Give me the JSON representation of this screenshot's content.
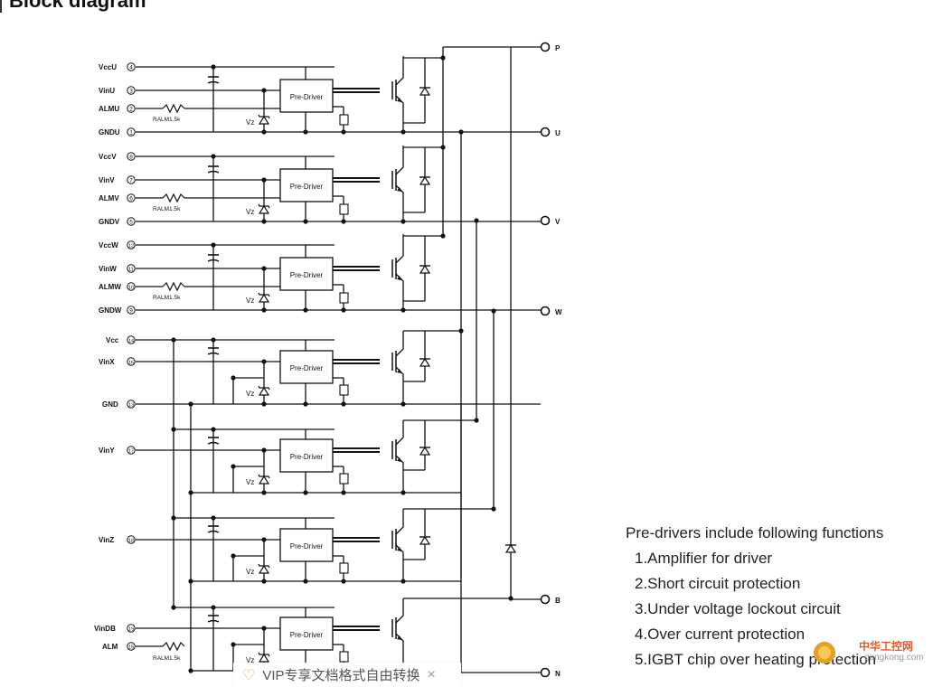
{
  "title": "Block diagram",
  "labels": {
    "VccU": "VccU",
    "VinU": "VinU",
    "ALMU": "ALMU",
    "GNDU": "GNDU",
    "VccV": "VccV",
    "VinV": "VinV",
    "ALMV": "ALMV",
    "GNDV": "GNDV",
    "VccW": "VccW",
    "VinW": "VinW",
    "ALMW": "ALMW",
    "GNDW": "GNDW",
    "Vcc": "Vcc",
    "VinX": "VinX",
    "GND": "GND",
    "VinY": "VinY",
    "VinZ": "VinZ",
    "VinDB": "VinDB",
    "ALM": "ALM",
    "P": "P",
    "U": "U",
    "V": "V",
    "W": "W",
    "B": "B",
    "N": "N",
    "predriver": "Pre-Driver",
    "ralm": "RALM1.5k",
    "vz": "Vz"
  },
  "pins": {
    "VccU": "4",
    "VinU": "3",
    "ALMU": "2",
    "GNDU": "1",
    "VccV": "8",
    "VinV": "7",
    "ALMV": "6",
    "GNDV": "5",
    "VccW": "12",
    "VinW": "11",
    "ALMW": "10",
    "GNDW": "9",
    "Vcc": "14",
    "VinX": "16",
    "GND": "13",
    "VinY": "17",
    "VinZ": "18",
    "VinDB": "19",
    "ALM": "15"
  },
  "notes": {
    "heading": "Pre-drivers include following functions",
    "items": [
      "1.Amplifier for driver",
      "2.Short circuit protection",
      "3.Under voltage lockout circuit",
      "4.Over current protection",
      "5.IGBT chip over heating protection"
    ]
  },
  "overlay": {
    "vip_text": "VIP专享文档格式自由转换",
    "close_symbol": "×",
    "watermark_cn": "中华工控网",
    "watermark_url": "gongkong.com"
  },
  "colors": {
    "line": "#111111",
    "overlay_accent": "#e5a74a",
    "watermark": "#e25b2a"
  }
}
